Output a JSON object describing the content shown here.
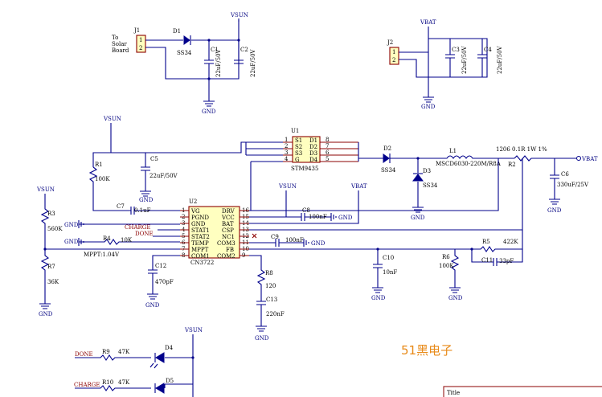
{
  "labels": {
    "vsun": "VSUN",
    "vbat": "VBAT",
    "gnd": "GND",
    "j1": "J1",
    "j2": "J2",
    "to_solar_1": "To",
    "to_solar_2": "Solar",
    "to_solar_3": "Board",
    "pin1": "1",
    "pin2": "2",
    "d1": "D1",
    "d1_val": "SS34",
    "c1": "C1",
    "c1_val": "22uF/50V",
    "c2": "C2",
    "c2_val": "22uF/50V",
    "c3": "C3",
    "c3_val": "22uF/50V",
    "c4": "C4",
    "c4_val": "22uF/50V",
    "r1": "R1",
    "r1_val": "100K",
    "c5": "C5",
    "c5_val": "22uF/50V",
    "u1": "U1",
    "u1_part": "STM9435",
    "u1_pins_left": [
      "S1",
      "S2",
      "S3",
      "G"
    ],
    "u1_pins_right": [
      "D1",
      "D2",
      "D3",
      "D4"
    ],
    "u1_nums_left": [
      "1",
      "2",
      "3",
      "4"
    ],
    "u1_nums_right": [
      "8",
      "7",
      "6",
      "5"
    ],
    "d2": "D2",
    "d2_val": "SS34",
    "l1": "L1",
    "l1_val": "MSCD6030-220M/R8A",
    "d3": "D3",
    "d3_val": "SS34",
    "r2": "R2",
    "r2_val": "1206 0.1R 1W 1%",
    "c6": "C6",
    "c6_val": "330uF/25V",
    "r3": "R3",
    "r3_val": "560K",
    "r7": "R7",
    "r7_val": "36K",
    "c7": "C7",
    "c7_val": "0.1uF",
    "u2": "U2",
    "u2_part": "CN3722",
    "u2_pins_left": [
      "VG",
      "PGND",
      "GND",
      "STAT1",
      "STAT2",
      "TEMP",
      "MPPT",
      "COM1"
    ],
    "u2_pins_right": [
      "DRV",
      "VCC",
      "BAT",
      "CSP",
      "NC1",
      "COM3",
      "FB",
      "COM2"
    ],
    "u2_nums_left": [
      "1",
      "2",
      "3",
      "4",
      "5",
      "6",
      "7",
      "8"
    ],
    "u2_nums_right": [
      "16",
      "15",
      "14",
      "13",
      "12",
      "11",
      "10",
      "9"
    ],
    "charge": "CHARGE",
    "done": "DONE",
    "r4": "R4",
    "r4_val": "10K",
    "mppt": "MPPT:1.04V",
    "c12": "C12",
    "c12_val": "470pF",
    "c8": "C8",
    "c8_val": "100nF",
    "c9": "C9",
    "c9_val": "100nF",
    "r8": "R8",
    "r8_val": "120",
    "c13": "C13",
    "c13_val": "220nF",
    "c10": "C10",
    "c10_val": "10nF",
    "r6": "R6",
    "r6_val": "100K",
    "r5": "R5",
    "r5_val": "422K",
    "c11": "C11",
    "c11_val": "33pF",
    "r9": "R9",
    "r9_val": "47K",
    "d4": "D4",
    "r10": "R10",
    "r10_val": "47K",
    "d5": "D5",
    "watermark": "51黑电子",
    "title_block": "Title"
  }
}
